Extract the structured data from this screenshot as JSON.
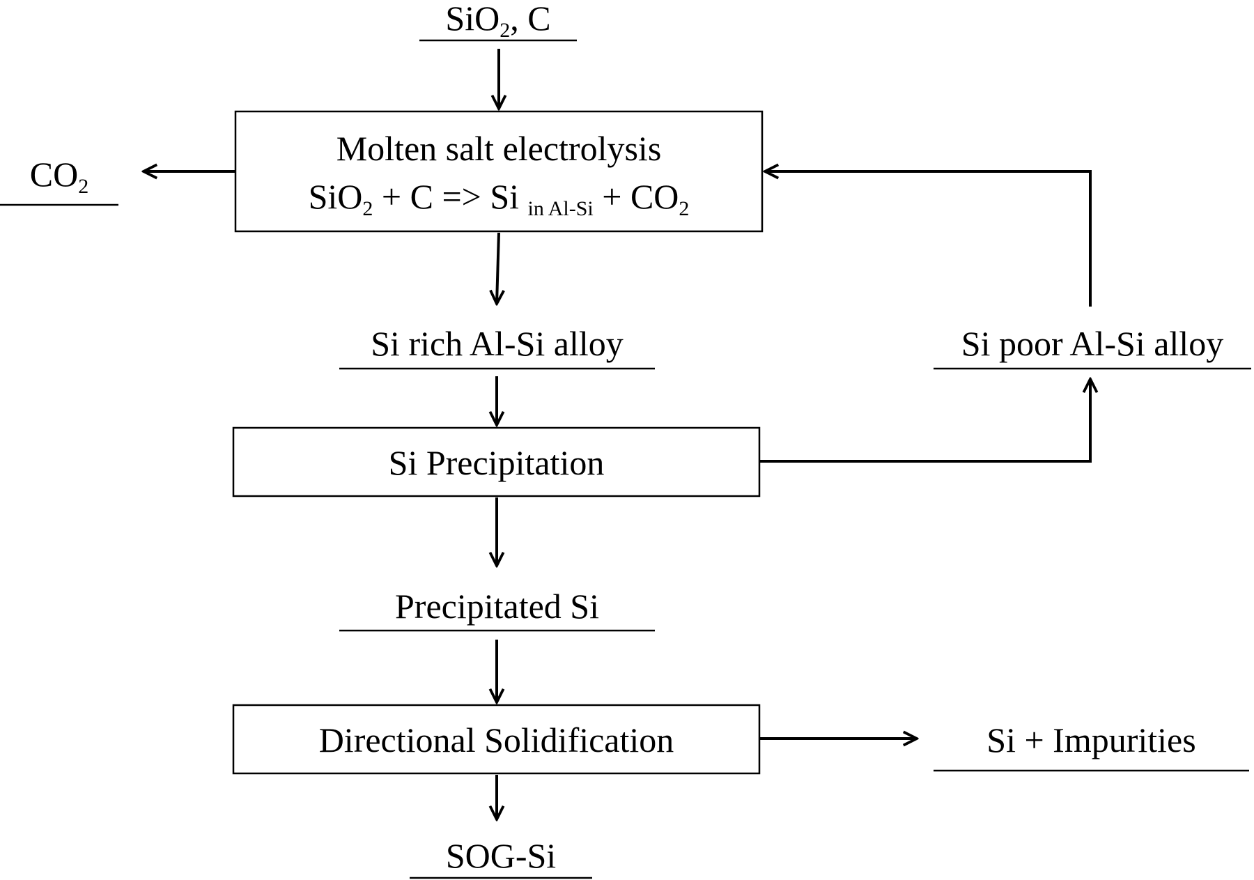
{
  "nodes": {
    "input": {
      "pre": "SiO",
      "sub": "2",
      "post": ", C"
    },
    "co2_out": {
      "pre": "CO",
      "sub": "2"
    },
    "electrolysis": {
      "title": "Molten salt electrolysis",
      "eq_a": "SiO",
      "eq_a_sub": "2",
      "eq_b": " + C => Si ",
      "eq_b_sub": "in Al-Si",
      "eq_c": " + CO",
      "eq_c_sub": "2"
    },
    "si_rich": "Si rich Al-Si alloy",
    "si_poor": "Si poor Al-Si alloy",
    "precipitation": "Si Precipitation",
    "precipitated_si": "Precipitated Si",
    "directional": "Directional Solidification",
    "impurities": "Si + Impurities",
    "output": "SOG-Si"
  }
}
